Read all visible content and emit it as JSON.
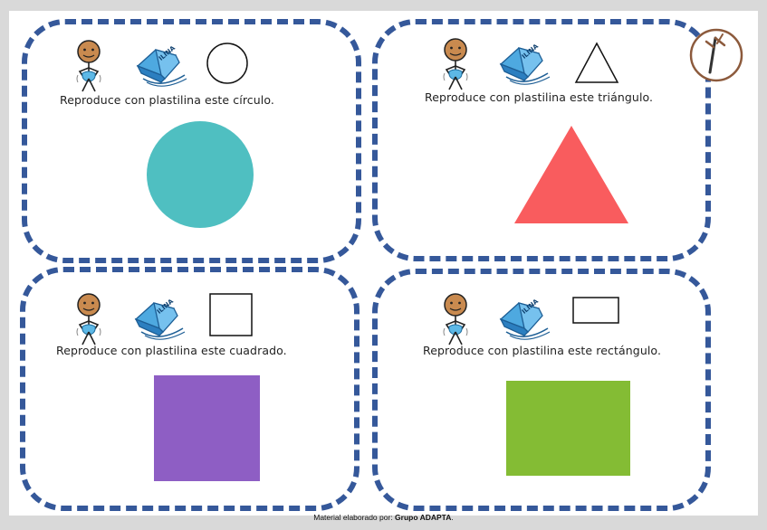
{
  "cards": [
    {
      "instruction": "Reproduce con plastilina este círculo.",
      "shape": "circle",
      "color": "#4fbfc1"
    },
    {
      "instruction": "Reproduce con plastilina este triángulo.",
      "shape": "triangle",
      "color": "#f95c5e"
    },
    {
      "instruction": "Reproduce con plastilina este cuadrado.",
      "shape": "square",
      "color": "#8e5ec4"
    },
    {
      "instruction": "Reproduce con plastilina este rectángulo.",
      "shape": "rectangle",
      "color": "#84bc34"
    }
  ],
  "plasticine_label": "ILINA",
  "footer": {
    "prefix": "Material elaborado por: ",
    "author": "Grupo ADAPTA",
    "suffix": "."
  },
  "border_color": "#35589a",
  "icons": [
    "person-icon",
    "plasticine-icon",
    "logo-icon"
  ]
}
